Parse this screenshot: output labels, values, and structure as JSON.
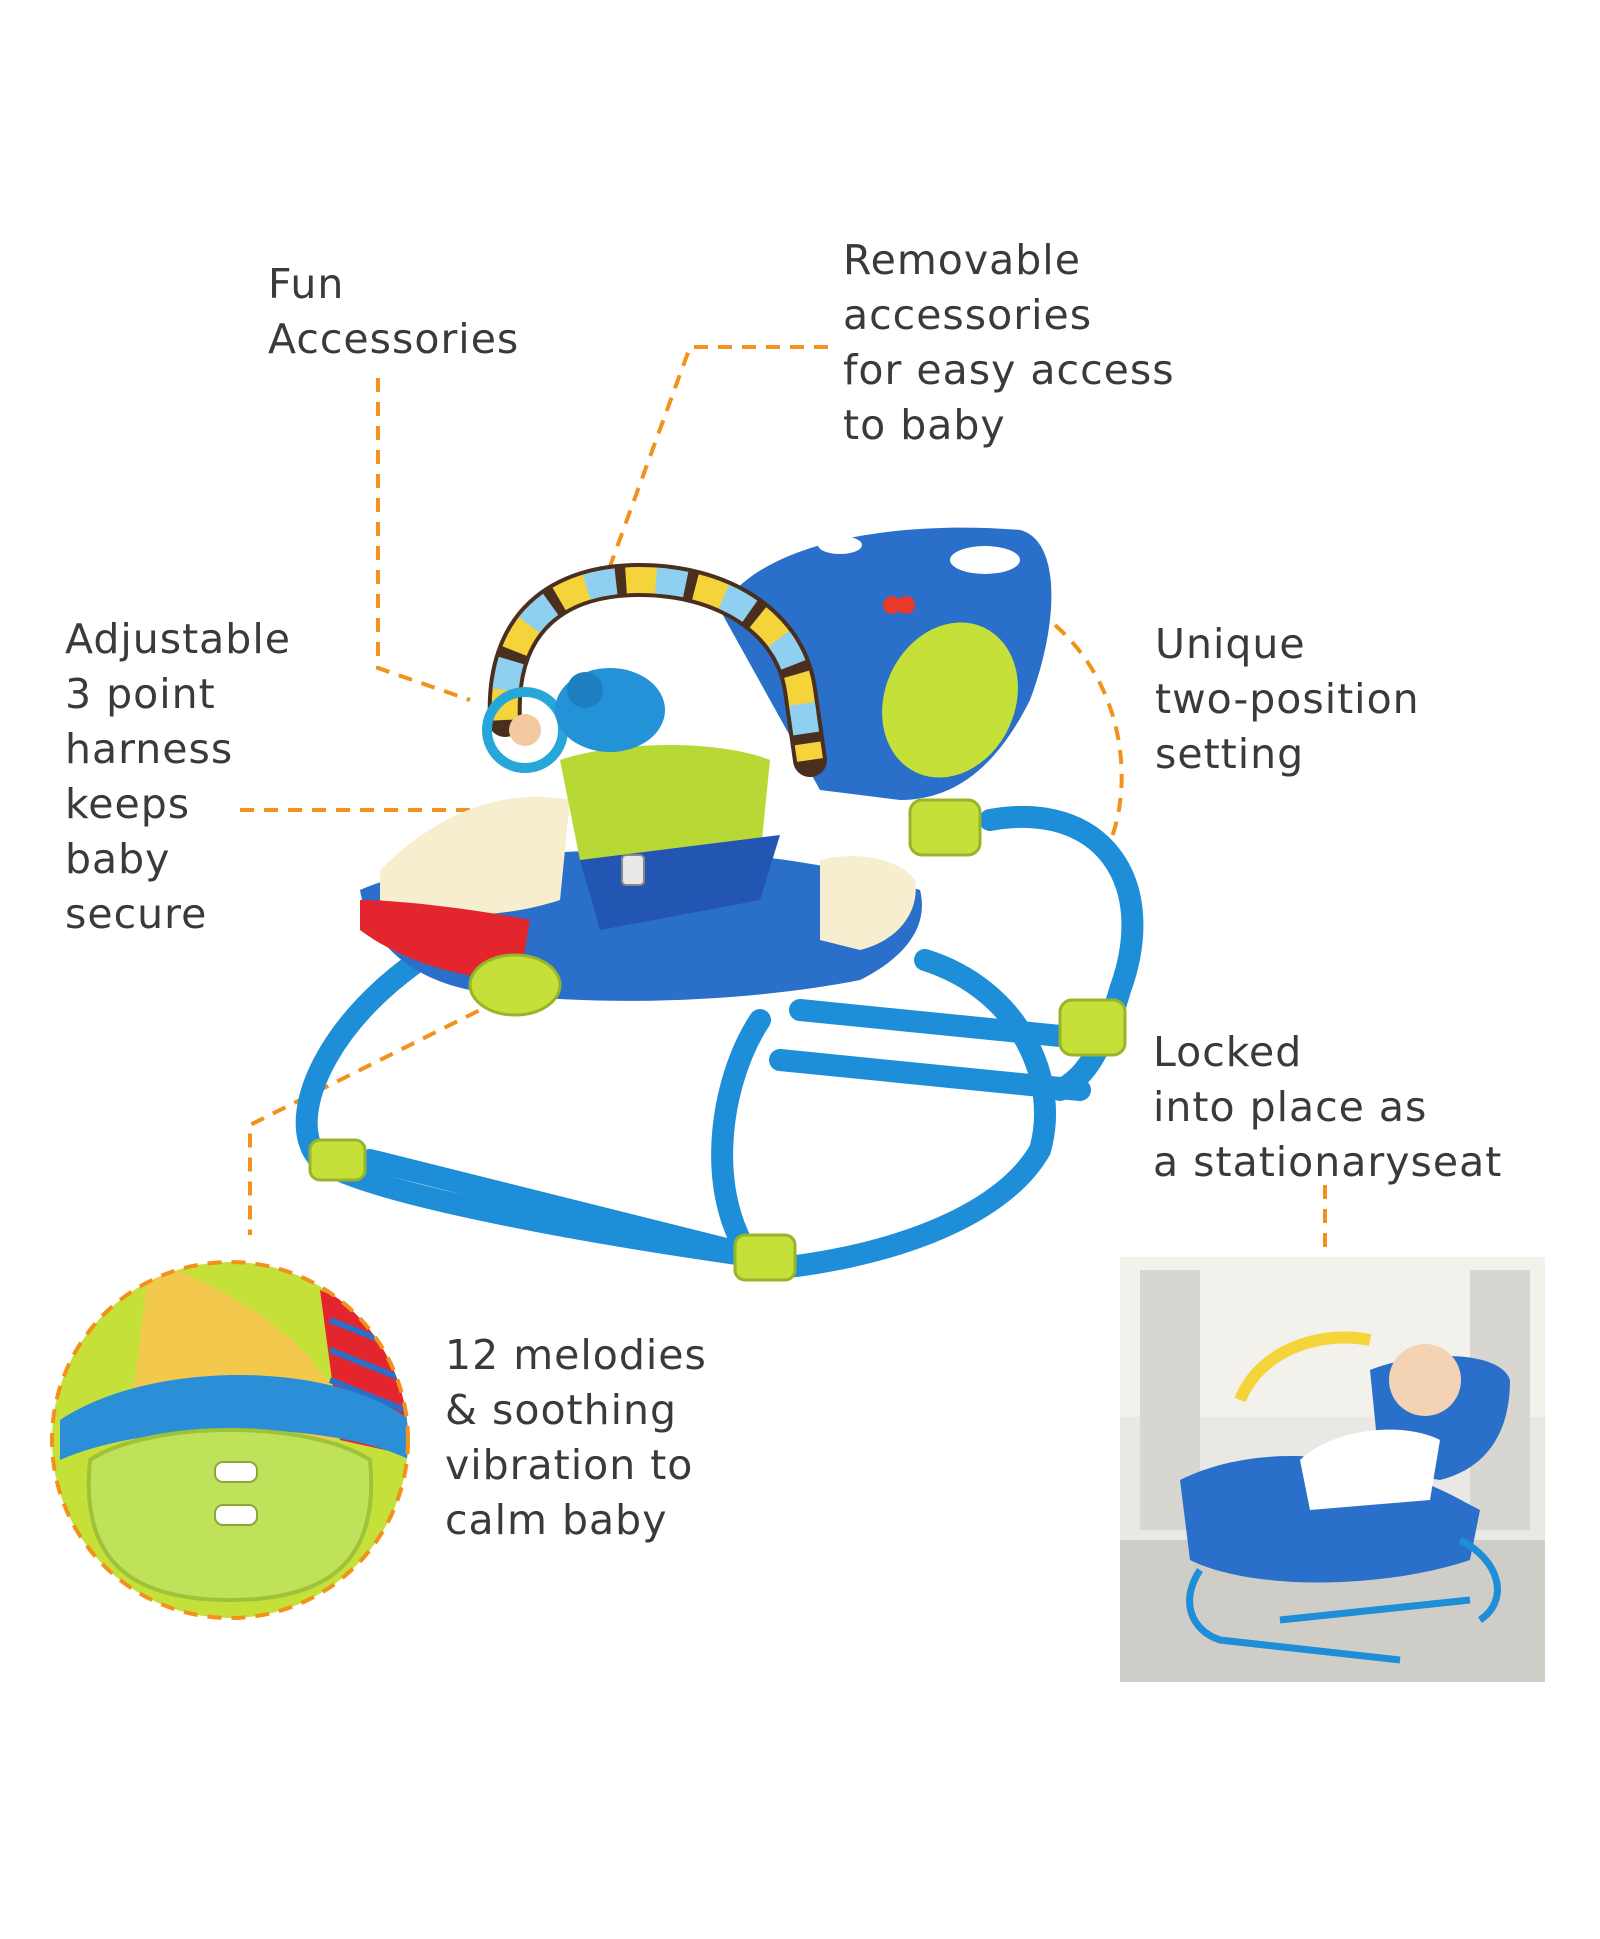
{
  "labels": {
    "fun": [
      "Fun",
      "Accessories"
    ],
    "removable": [
      "Removable",
      "accessories",
      "for easy access",
      "to baby"
    ],
    "harness": [
      "Adjustable",
      "3 point",
      "harness",
      "keeps",
      "baby",
      "secure"
    ],
    "position": [
      "Unique",
      "two-position",
      "setting"
    ],
    "locked": [
      "Locked",
      "into place as",
      "a stationaryseat"
    ],
    "melodies": [
      "12 melodies",
      "& soothing",
      "vibration to",
      "calm baby"
    ]
  },
  "colors": {
    "callout_line": "#f2911b",
    "text": "#3a3a3a",
    "frame_blue": "#1e8ed8",
    "seat_blue": "#2a6fc9",
    "accent_green": "#c6e03a"
  }
}
